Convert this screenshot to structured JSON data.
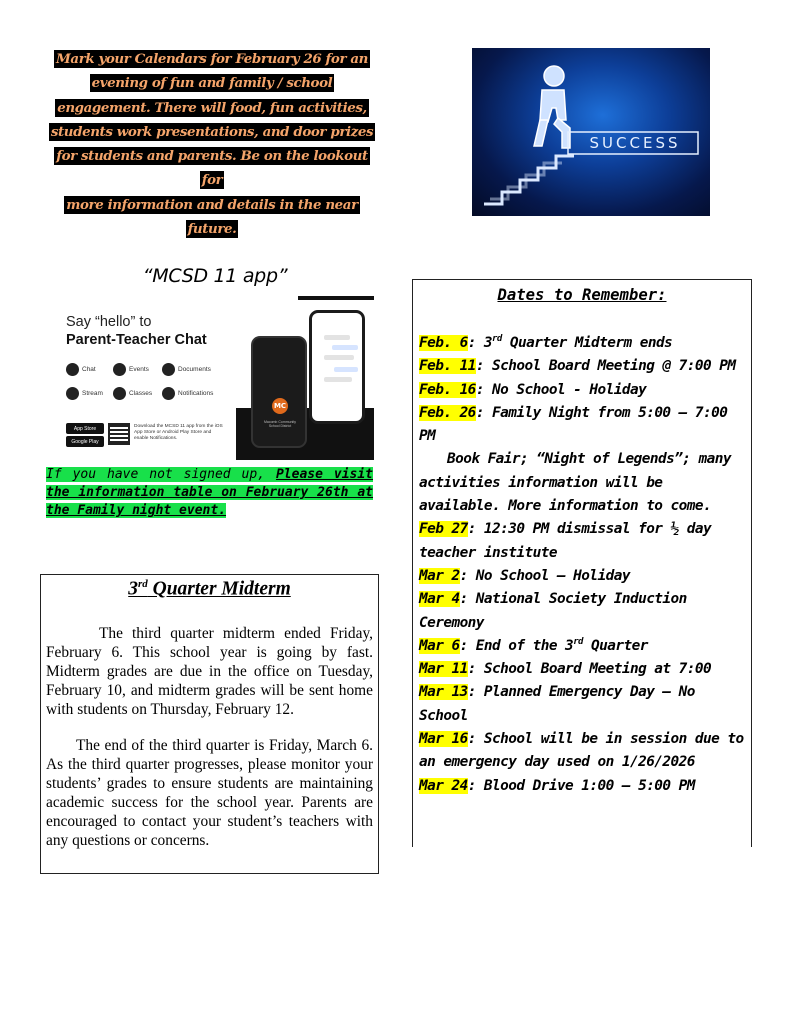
{
  "announcement": {
    "lines": [
      "Mark your Calendars for February 26 for an",
      "evening of fun and family / school",
      "engagement. There will food, fun activities,",
      "students work presentations, and door prizes",
      "for students and parents.  Be on the lookout for",
      "more information and details in the near",
      "future."
    ]
  },
  "success_image": {
    "word": "SUCCESS"
  },
  "app": {
    "title": "“MCSD 11 app”",
    "promo": {
      "hello": "Say “hello” to",
      "headline": "Parent-Teacher Chat",
      "features": [
        "Chat",
        "Events",
        "Documents",
        "Stream",
        "Classes",
        "Notifications"
      ],
      "store_badges": [
        "App Store",
        "Google Play"
      ],
      "download_text": "Download the MCSD 11 app from the iOS App Store or Android Play Store and enable Notifications.",
      "logo_text": "MC",
      "phone_text": "Macomb Community School District"
    },
    "notice": {
      "plain": "If you have not signed up, ",
      "bold": "Please visit the information table on February 26th at the Family night event."
    }
  },
  "midterm": {
    "title_ord": "3",
    "title_sup": "rd",
    "title_rest": " Quarter Midterm",
    "para1": "The third quarter midterm ended Friday, February 6.  This school year is going by fast. Midterm grades are due in the office on Tuesday, February 10, and midterm grades will be sent home with students on Thursday, February 12.",
    "para2": "The end of the third quarter is Friday, March 6. As the third quarter progresses, please monitor your students’ grades to ensure students are maintaining academic success for the school year. Parents are encouraged to contact your student’s teachers with any questions or concerns."
  },
  "dates": {
    "title": "Dates to Remember:",
    "items": [
      {
        "date": "Feb. 6",
        "pre": ": 3",
        "sup": "rd",
        "post": " Quarter Midterm ends"
      },
      {
        "date": "Feb. 11",
        "pre": ": School Board Meeting @ 7:00 PM",
        "sup": "",
        "post": ""
      },
      {
        "date": "Feb. 16",
        "pre": ": No School - Holiday",
        "sup": "",
        "post": ""
      },
      {
        "date": "Feb. 26",
        "pre": ": Family Night from 5:00 – 7:00 PM",
        "sup": "",
        "post": ""
      },
      {
        "date": "",
        "pre": "Book Fair; “Night of Legends”; many activities information will be available. More information to come.",
        "sup": "",
        "post": ""
      },
      {
        "date": "Feb 27",
        "pre": ": 12:30 PM dismissal for ½ day teacher institute",
        "sup": "",
        "post": ""
      },
      {
        "date": "Mar 2",
        "pre": ": No School – Holiday",
        "sup": "",
        "post": ""
      },
      {
        "date": "Mar 4",
        "pre": ": National Society Induction Ceremony",
        "sup": "",
        "post": ""
      },
      {
        "date": "Mar 6",
        "pre": ": End of the 3",
        "sup": "rd",
        "post": " Quarter"
      },
      {
        "date": "Mar 11",
        "pre": ": School Board Meeting at 7:00",
        "sup": "",
        "post": ""
      },
      {
        "date": "Mar 13",
        "pre": ": Planned Emergency Day – No School",
        "sup": "",
        "post": ""
      },
      {
        "date": "Mar 16",
        "pre": ": School will be in session due to an emergency day used on 1/26/2026",
        "sup": "",
        "post": ""
      },
      {
        "date": "Mar 24",
        "pre": ": Blood Drive 1:00 – 5:00 PM",
        "sup": "",
        "post": ""
      }
    ]
  },
  "colors": {
    "announcement_text": "#f4a46a",
    "announcement_bg": "#000000",
    "notice_highlight": "#18e04a",
    "date_highlight": "#ffff00",
    "success_bg": "#0d3f99"
  }
}
